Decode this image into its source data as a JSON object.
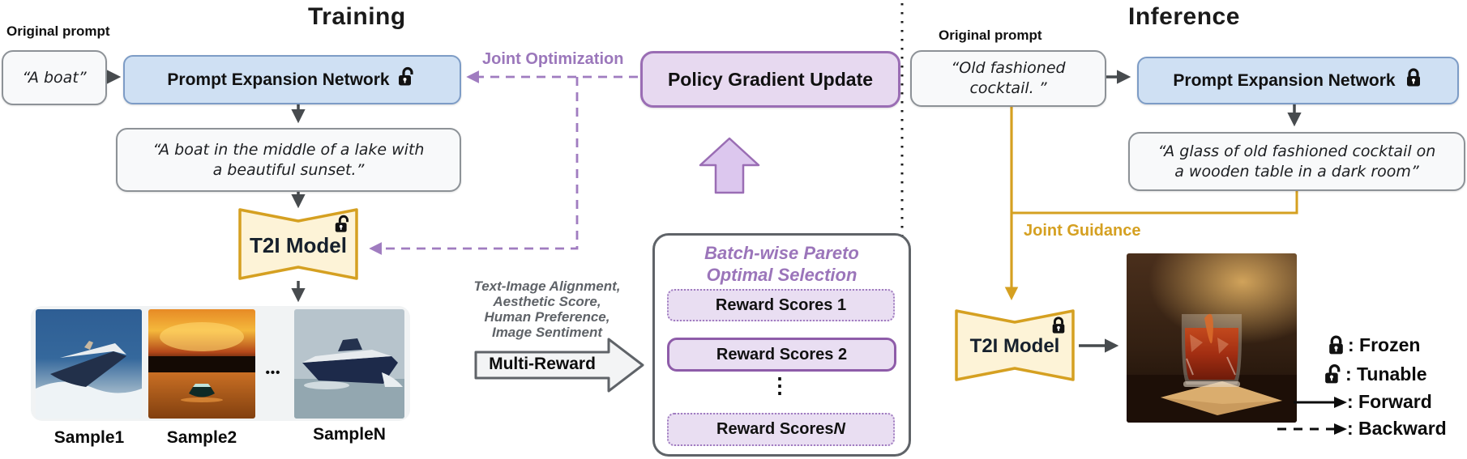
{
  "colors": {
    "blue_fill": "#cfe0f3",
    "blue_border": "#7d9cc6",
    "purple_fill": "#e7d9f0",
    "purple_border": "#9a6db4",
    "purple_text": "#9b77bb",
    "purple_dash": "#a07cc0",
    "gold": "#d5a021",
    "gold_fill": "#fdf3d7",
    "gray_text": "#5f6368",
    "box_fill": "#f8f9fa",
    "box_border": "#8d9297",
    "arrow_dark": "#474b4e"
  },
  "icons": {
    "frozen": "lock-icon",
    "tunable": "unlock-icon",
    "forward": "solid-arrow-icon",
    "backward": "dashed-arrow-icon"
  },
  "training": {
    "title": "Training",
    "original_prompt_label": "Original prompt",
    "original_prompt": "“A boat”",
    "pen_label": "Prompt Expansion Network",
    "expanded_prompt_line1": "“A boat in the middle of a lake with",
    "expanded_prompt_line2": "a beautiful sunset.”",
    "t2i_label": "T2I Model",
    "joint_optimization_label": "Joint Optimization",
    "policy_gradient_label": "Policy Gradient Update",
    "samples": [
      {
        "label": "Sample1",
        "image": "speedboat-on-blue-sea"
      },
      {
        "label": "Sample2",
        "image": "boat-at-sunset"
      },
      {
        "label": "SampleN",
        "image": "navy-boat-on-gray-sea"
      }
    ],
    "samples_ellipsis": "•••",
    "reward_list_lines": [
      "Text-Image Alignment,",
      "Aesthetic Score,",
      "Human Preference,",
      "Image Sentiment"
    ],
    "multi_reward_label": "Multi-Reward",
    "pareto": {
      "title_line1": "Batch-wise Pareto",
      "title_line2": "Optimal Selection",
      "rows": [
        {
          "label": "Reward Scores 1",
          "suffix": ""
        },
        {
          "label": "Reward Scores 2",
          "suffix": ""
        },
        {
          "label": "Reward Scores ",
          "suffix": "N"
        }
      ],
      "ellipsis": "⋮"
    }
  },
  "inference": {
    "title": "Inference",
    "original_prompt_label": "Original prompt",
    "original_prompt_line1": "“Old fashioned",
    "original_prompt_line2": "cocktail. ”",
    "pen_label": "Prompt Expansion Network",
    "expanded_prompt_line1": "“A glass of old fashioned cocktail on",
    "expanded_prompt_line2": "a wooden table in a dark room”",
    "joint_guidance_label": "Joint Guidance",
    "t2i_label": "T2I Model",
    "result_image": "old-fashioned-cocktail-on-wooden-table"
  },
  "legend": {
    "frozen": ": Frozen",
    "tunable": ": Tunable",
    "forward": ": Forward",
    "backward": ": Backward"
  }
}
